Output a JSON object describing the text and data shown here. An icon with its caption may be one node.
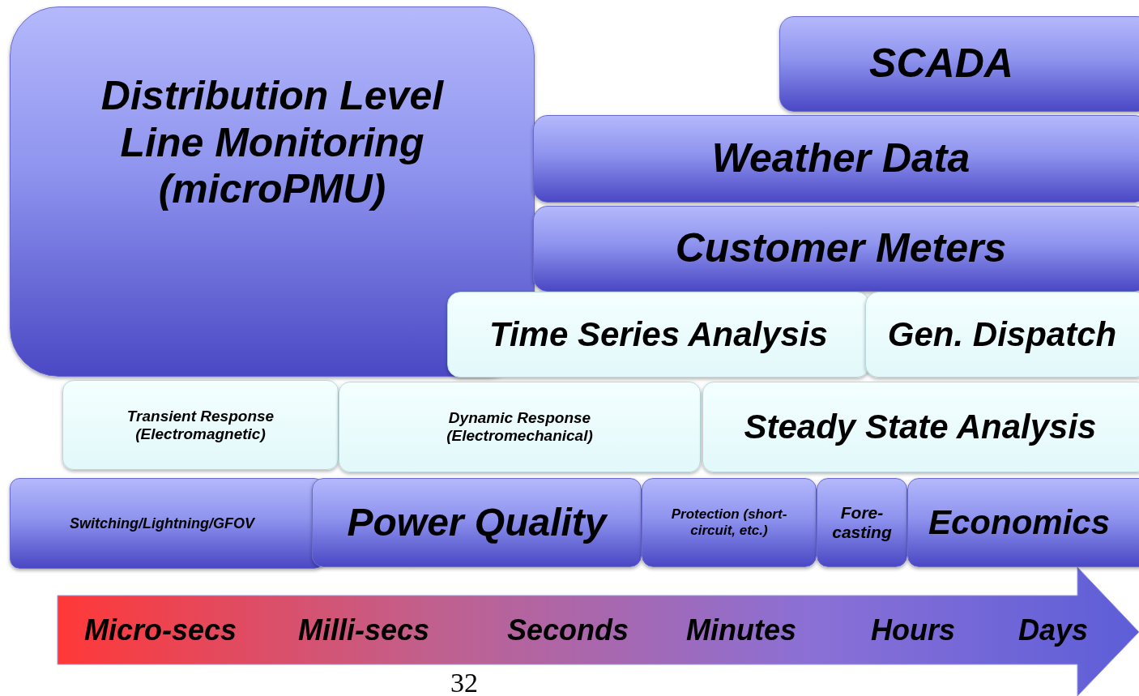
{
  "diagram": {
    "nodes": [
      {
        "text": [
          "Distribution Level Line Monitoring (microPMU)"
        ]
      },
      {
        "text": [
          "SCADA"
        ]
      },
      {
        "text": [
          "Weather Data"
        ]
      },
      {
        "text": [
          "Customer Meters"
        ]
      },
      {
        "text": [
          "Time Series Analysis"
        ]
      },
      {
        "text": [
          "Gen. Dispatch"
        ]
      },
      {
        "text": [
          "Transient Response (Electromagnetic)"
        ]
      },
      {
        "text": [
          "Dynamic Response (Electromechanical)"
        ]
      },
      {
        "text": [
          "Steady State Analysis"
        ]
      },
      {
        "text": [
          "Switching/Lightning/GFOV"
        ]
      },
      {
        "text": [
          "Power Quality"
        ]
      },
      {
        "text": [
          "Protection (short-circuit, etc.)"
        ]
      },
      {
        "text": [
          "Fore- casting"
        ]
      },
      {
        "text": [
          "Economics"
        ]
      },
      {
        "text": [
          "Micro-secs",
          "Milli-secs",
          "Seconds",
          "Minutes",
          "Hours",
          "Days"
        ]
      }
    ],
    "labels": [
      "32"
    ]
  }
}
